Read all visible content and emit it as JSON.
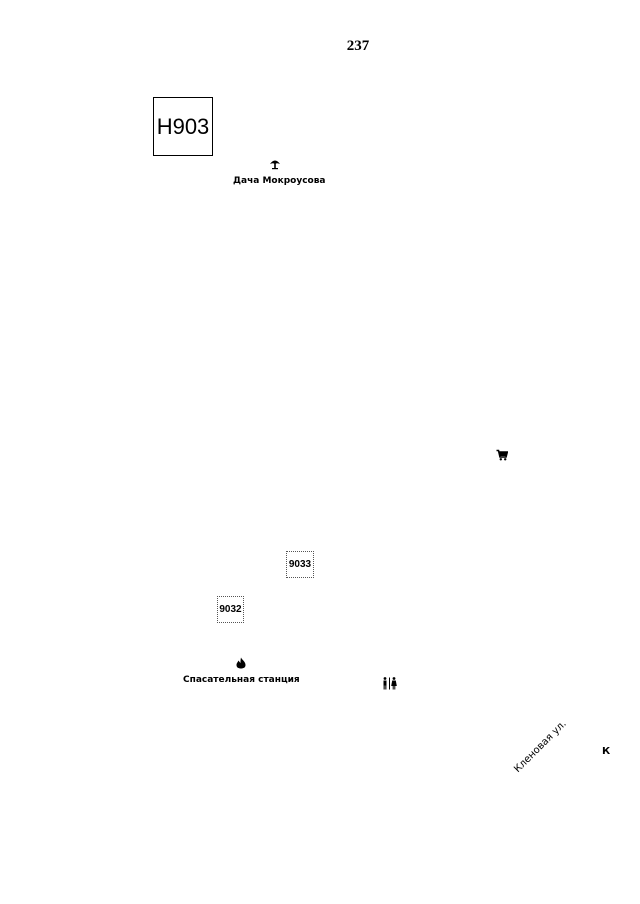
{
  "page": {
    "number": "237"
  },
  "sheet": {
    "code": "H903"
  },
  "places": {
    "dacha": {
      "label": "Дача Мокроусова",
      "icon": "tree-icon"
    },
    "rescue": {
      "label": "Спасательная станция",
      "icon": "fire-icon"
    }
  },
  "icons": {
    "shop": "shopping-cart-icon",
    "toilet": "toilet-icon"
  },
  "refs": {
    "a": "9033",
    "b": "9032"
  },
  "streets": {
    "klenovaya": "Кленовая ул."
  },
  "edge": {
    "letter": "К"
  }
}
